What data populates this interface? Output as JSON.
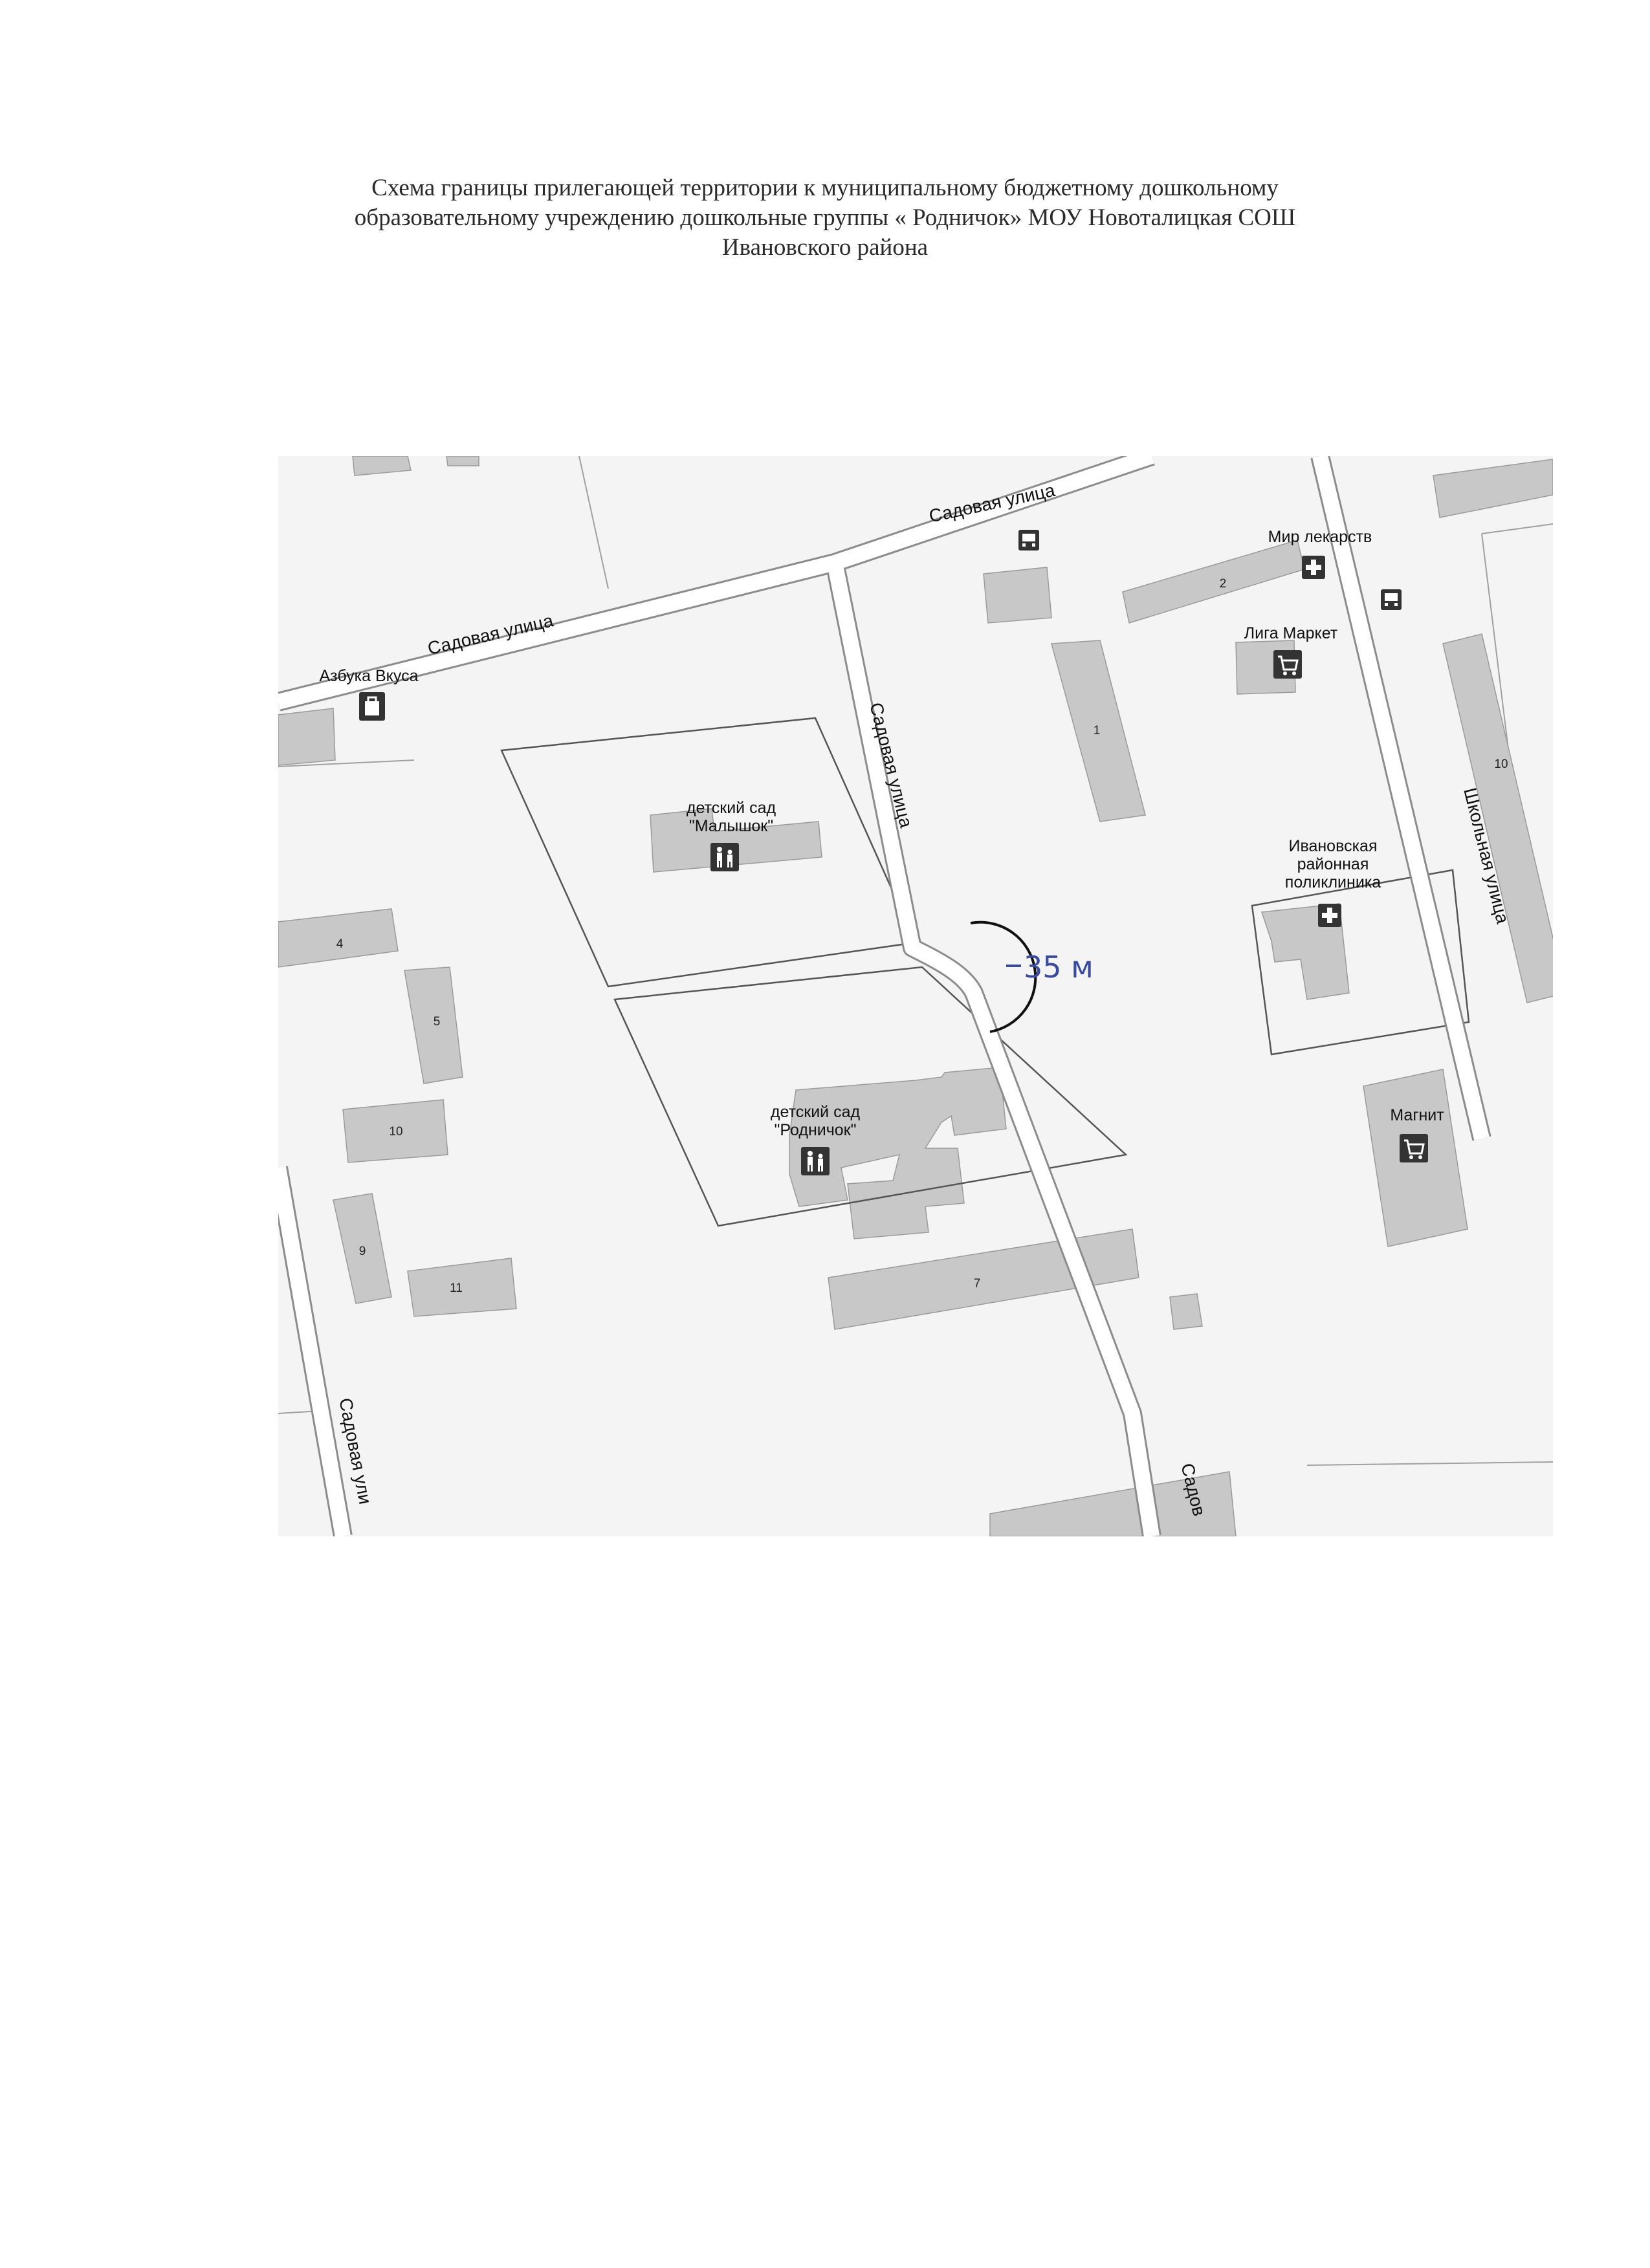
{
  "document": {
    "title_lines": [
      "Схема границы прилегающей территории к муниципальному бюджетному дошкольному",
      "образовательному учреждению  дошкольные группы « Родничок» МОУ Новоталицкая СОШ",
      "Ивановского района"
    ]
  },
  "map": {
    "road_labels": {
      "sadovaya_top_right": "Садовая улица",
      "sadovaya_top_left": "Садовая улица",
      "sadovaya_middle": "Садовая улица",
      "sadovaya_bottom_left": "Садовая ули",
      "sadovaya_bottom_right": "Садов",
      "shkolnaya": "Школьная улица"
    },
    "poi": {
      "azbuka": "Азбука Вкуса",
      "mir_lekarstv": "Мир лекарств",
      "liga_market": "Лига Маркет",
      "malyshok_line1": "детский сад",
      "malyshok_line2": "\"Малышок\"",
      "rodnichok_line1": "детский сад",
      "rodnichok_line2": "\"Родничок\"",
      "clinic_line1": "Ивановская",
      "clinic_line2": "районная",
      "clinic_line3": "поликлиника",
      "magnit": "Магнит"
    },
    "building_numbers": {
      "b2": "2",
      "b1": "1",
      "b10_right": "10",
      "b4": "4",
      "b5": "5",
      "b10_left": "10",
      "b9": "9",
      "b11": "11",
      "b7": "7"
    },
    "annotation": {
      "distance_label": "35 м"
    },
    "icons": {
      "bus_stop": "bus-stop-icon",
      "pharmacy": "cross-icon",
      "shop": "shopping-cart-icon",
      "kindergarten": "children-icon",
      "store": "shopping-bag-icon"
    },
    "colors": {
      "building": "#c8c8c8",
      "road": "#ffffff",
      "road_edge": "#8c8c8c",
      "background": "#f4f4f4",
      "handwriting": "#3a4b9c"
    }
  }
}
